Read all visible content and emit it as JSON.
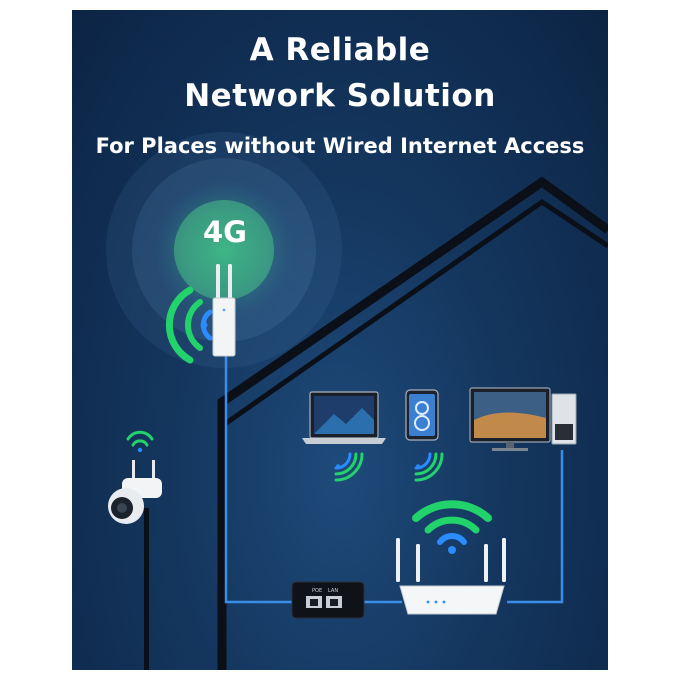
{
  "header": {
    "title_line1": "A Reliable",
    "title_line2": "Network Solution",
    "subtitle": "For Places without Wired Internet Access"
  },
  "cpe": {
    "badge": "4G"
  },
  "poe_injector": {
    "port1": "POE",
    "port2": "LAN"
  },
  "colors": {
    "background": "#14365e",
    "signal_green": "#22d26b",
    "signal_blue": "#2a8cff",
    "cable_blue": "#3a8ee8",
    "text": "#ffffff"
  },
  "icons": [
    "wifi-signal-icon",
    "4g-antenna-icon",
    "laptop-icon",
    "tablet-icon",
    "desktop-pc-icon",
    "security-camera-icon",
    "router-icon",
    "poe-injector-icon",
    "house-outline-icon"
  ]
}
